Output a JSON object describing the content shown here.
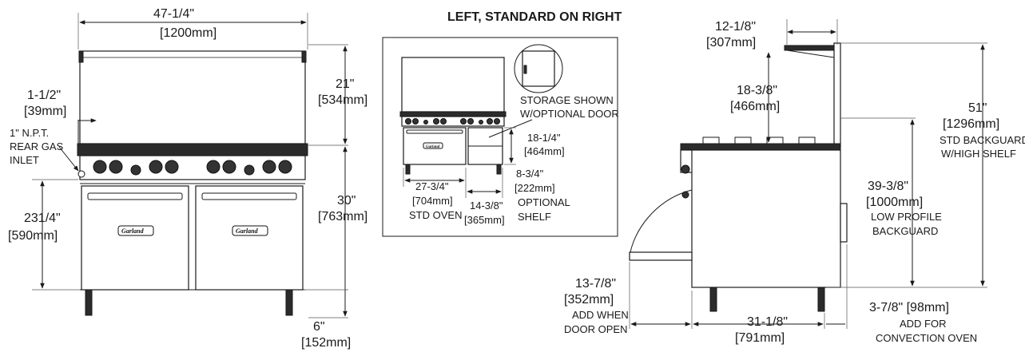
{
  "title": "LEFT, STANDARD ON RIGHT",
  "brand": "Garland",
  "front": {
    "width_in": "47-1/4\"",
    "width_mm": "[1200mm]",
    "backguard_in": "21\"",
    "backguard_mm": "[534mm]",
    "offset_in": "1-1/2\"",
    "offset_mm": "[39mm]",
    "gas_1": "1\" N.P.T.",
    "gas_2": "REAR GAS",
    "gas_3": "INLET",
    "oven_in": "231/4\"",
    "oven_mm": "[590mm]",
    "work_in": "30\"",
    "work_mm": "[763mm]",
    "legs_in": "6\"",
    "legs_mm": "[152mm]"
  },
  "inset": {
    "storage_1": "STORAGE SHOWN",
    "storage_2": "W/OPTIONAL DOOR",
    "shelf_in": "18-1/4\"",
    "shelf_mm": "[464mm]",
    "oven_in": "27-3/4\"",
    "oven_mm": "[704mm]",
    "oven_note": "STD OVEN",
    "storage_w_in": "14-3/8\"",
    "storage_w_mm": "[365mm]",
    "opt_in": "8-3/4\"",
    "opt_mm": "[222mm]",
    "opt_1": "OPTIONAL",
    "opt_2": "SHELF"
  },
  "side": {
    "shelf_in": "12-1/8\"",
    "shelf_mm": "[307mm]",
    "depth_in": "18-3/8\"",
    "depth_mm": "[466mm]",
    "std_in": "51\"",
    "std_mm": "[1296mm]",
    "std_1": "STD BACKGUARD",
    "std_2": "W/HIGH SHELF",
    "low_in": "39-3/8\"",
    "low_mm": "[1000mm]",
    "low_1": "LOW PROFILE",
    "low_2": "BACKGUARD",
    "door_in": "13-7/8\"",
    "door_mm": "[352mm]",
    "door_1": "ADD WHEN",
    "door_2": "DOOR OPEN",
    "body_in": "31-1/8\"",
    "body_mm": "[791mm]",
    "conv_in": "3-7/8\" [98mm]",
    "conv_1": "ADD FOR",
    "conv_2": "CONVECTION OVEN"
  }
}
